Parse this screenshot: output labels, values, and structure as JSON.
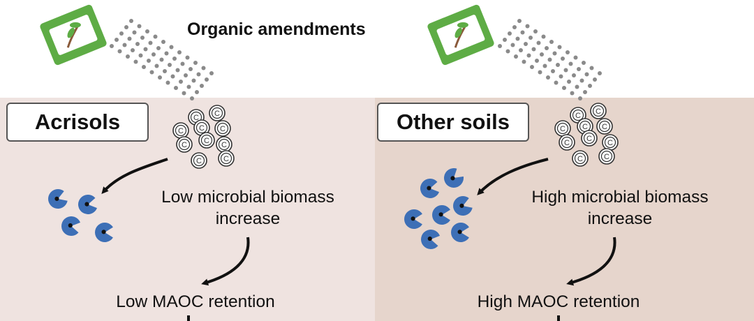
{
  "header": {
    "title": "Organic amendments"
  },
  "panels": {
    "acrisols": {
      "label": "Acrisols",
      "microbial_line1": "Low microbial biomass",
      "microbial_line2": "increase",
      "maoc": "Low MAOC retention"
    },
    "other": {
      "label": "Other soils",
      "microbial_line1": "High microbial biomass",
      "microbial_line2": "increase",
      "maoc": "High MAOC retention"
    }
  },
  "icons": {
    "carbon_symbol": "C",
    "carbon": "carbon-molecule-icon",
    "microbe": "microbe-icon",
    "bag": "amendment-bag-icon"
  },
  "colors": {
    "acrisols_bg": "#efe3e0",
    "other_bg": "#e6d5cc",
    "microbe": "#3d6fb6",
    "bag_green": "#5eac45",
    "dots": "#8a8a8a",
    "arrow": "#111111"
  }
}
